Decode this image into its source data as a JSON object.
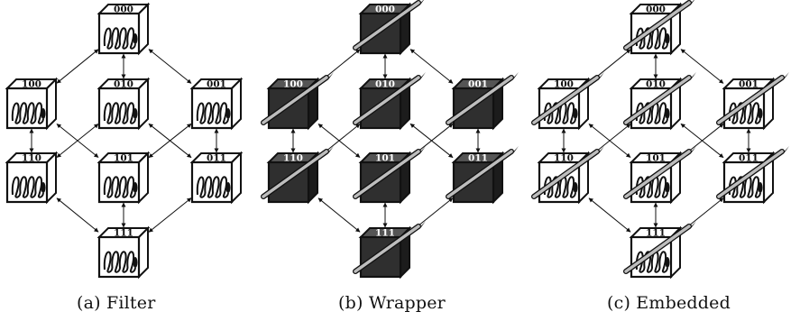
{
  "panels": [
    {
      "caption": "(a) Filter",
      "style": "filter",
      "nodes": [
        {
          "id": "000",
          "label": "000"
        },
        {
          "id": "100",
          "label": "100"
        },
        {
          "id": "010",
          "label": "010"
        },
        {
          "id": "001",
          "label": "001"
        },
        {
          "id": "110",
          "label": "110"
        },
        {
          "id": "101",
          "label": "101"
        },
        {
          "id": "011",
          "label": "011"
        },
        {
          "id": "111",
          "label": "111"
        }
      ]
    },
    {
      "caption": "(b) Wrapper",
      "style": "wrapper",
      "nodes": [
        {
          "id": "000",
          "label": "000"
        },
        {
          "id": "100",
          "label": "100"
        },
        {
          "id": "010",
          "label": "010"
        },
        {
          "id": "001",
          "label": "001"
        },
        {
          "id": "110",
          "label": "110"
        },
        {
          "id": "101",
          "label": "101"
        },
        {
          "id": "011",
          "label": "011"
        },
        {
          "id": "111",
          "label": "111"
        }
      ]
    },
    {
      "caption": "(c) Embedded",
      "style": "embedded",
      "nodes": [
        {
          "id": "000",
          "label": "000"
        },
        {
          "id": "100",
          "label": "100"
        },
        {
          "id": "010",
          "label": "010"
        },
        {
          "id": "001",
          "label": "001"
        },
        {
          "id": "110",
          "label": "110"
        },
        {
          "id": "101",
          "label": "101"
        },
        {
          "id": "011",
          "label": "011"
        },
        {
          "id": "111",
          "label": "111"
        }
      ]
    }
  ],
  "edges": [
    [
      "000",
      "100"
    ],
    [
      "000",
      "010"
    ],
    [
      "000",
      "001"
    ],
    [
      "100",
      "110"
    ],
    [
      "100",
      "101"
    ],
    [
      "010",
      "110"
    ],
    [
      "010",
      "011"
    ],
    [
      "001",
      "101"
    ],
    [
      "001",
      "011"
    ],
    [
      "110",
      "111"
    ],
    [
      "101",
      "111"
    ],
    [
      "011",
      "111"
    ]
  ],
  "colors": {
    "line": "#111111",
    "cube_face_filter": "#ffffff",
    "cube_face_wrapper": "#333333",
    "wand": "#bdbdbd"
  }
}
